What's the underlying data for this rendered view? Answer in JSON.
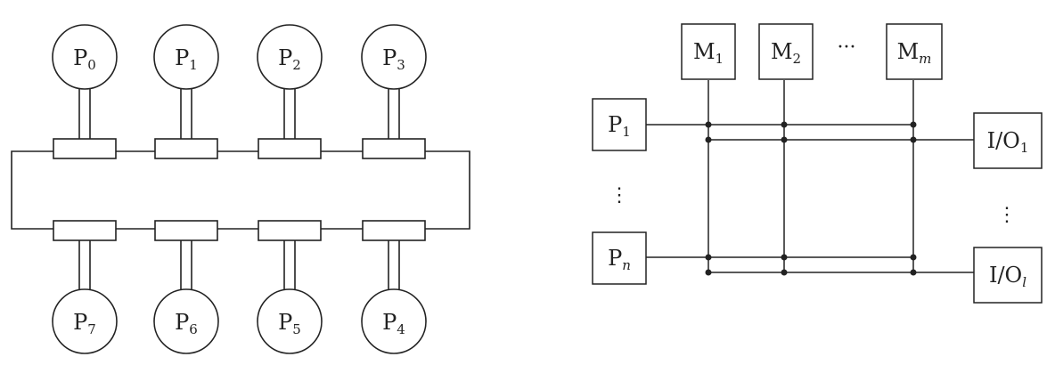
{
  "ring": {
    "top_processors": [
      {
        "base": "P",
        "sub": "0"
      },
      {
        "base": "P",
        "sub": "1"
      },
      {
        "base": "P",
        "sub": "2"
      },
      {
        "base": "P",
        "sub": "3"
      }
    ],
    "bottom_processors": [
      {
        "base": "P",
        "sub": "7"
      },
      {
        "base": "P",
        "sub": "6"
      },
      {
        "base": "P",
        "sub": "5"
      },
      {
        "base": "P",
        "sub": "4"
      }
    ]
  },
  "crossbar": {
    "memories": [
      {
        "base": "M",
        "sub": "1"
      },
      {
        "base": "M",
        "sub": "2"
      },
      {
        "base": "M",
        "sub": "m"
      }
    ],
    "memory_ellipsis": "···",
    "processors": [
      {
        "base": "P",
        "sub": "1"
      },
      {
        "base": "P",
        "sub": "n"
      }
    ],
    "processor_ellipsis": "⋮",
    "io": [
      {
        "base": "I/O",
        "sub": "1"
      },
      {
        "base": "I/O",
        "sub": "l"
      }
    ],
    "io_ellipsis": "⋮"
  }
}
